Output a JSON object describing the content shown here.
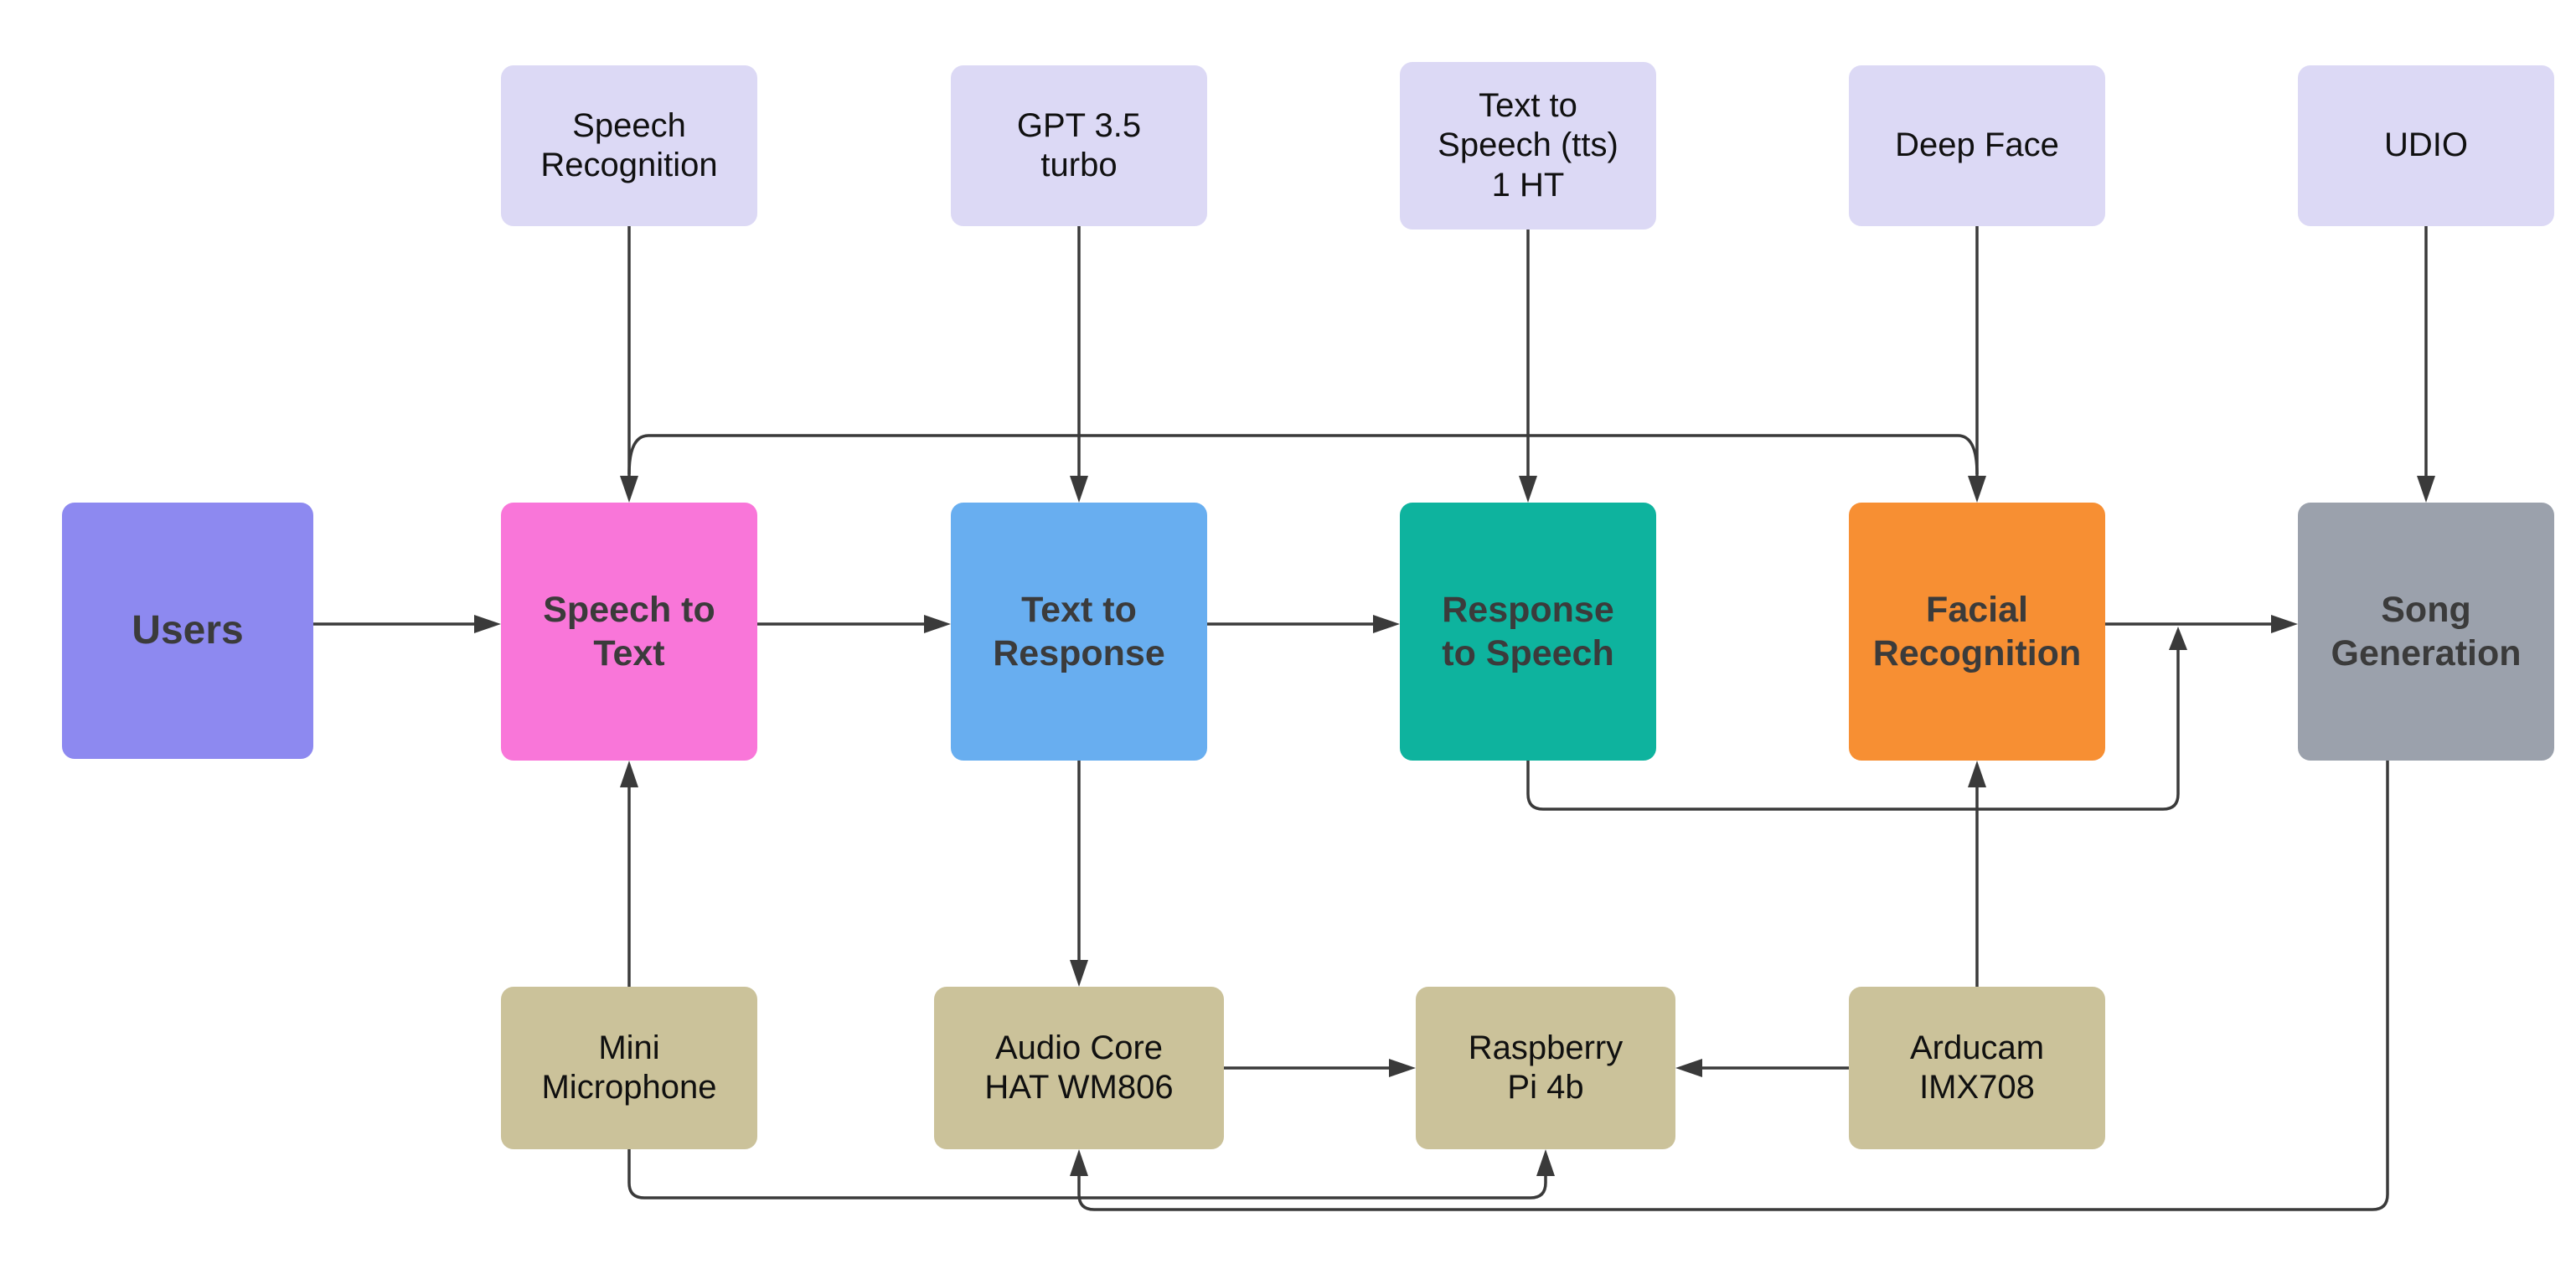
{
  "diagram": {
    "background": "#ffffff",
    "line_color": "#3a3a3a",
    "nodes": {
      "speech_recognition": {
        "label": "Speech\nRecognition",
        "fill": "#dcd9f5",
        "text_color": "#101010",
        "kind": "software"
      },
      "gpt_35_turbo": {
        "label": "GPT 3.5\nturbo",
        "fill": "#dcd9f5",
        "text_color": "#101010",
        "kind": "software"
      },
      "text_to_speech_tts": {
        "label": "Text to\nSpeech (tts)\n1 HT",
        "fill": "#dcd9f5",
        "text_color": "#101010",
        "kind": "software"
      },
      "deep_face": {
        "label": "Deep Face",
        "fill": "#dcd9f5",
        "text_color": "#101010",
        "kind": "software"
      },
      "udio": {
        "label": "UDIO",
        "fill": "#dcd9f5",
        "text_color": "#101010",
        "kind": "software"
      },
      "users": {
        "label": "Users",
        "fill": "#8d89f0",
        "text_color": "#3b3b3b",
        "kind": "actor"
      },
      "speech_to_text": {
        "label": "Speech to\nText",
        "fill": "#f976d9",
        "text_color": "#3b3b3b",
        "kind": "process"
      },
      "text_to_response": {
        "label": "Text to\nResponse",
        "fill": "#68aef0",
        "text_color": "#3b3b3b",
        "kind": "process"
      },
      "response_to_speech": {
        "label": "Response\nto Speech",
        "fill": "#0eb39e",
        "text_color": "#3b3b3b",
        "kind": "process"
      },
      "facial_recognition": {
        "label": "Facial\nRecognition",
        "fill": "#f78f33",
        "text_color": "#3b3b3b",
        "kind": "process"
      },
      "song_generation": {
        "label": "Song\nGeneration",
        "fill": "#9ba1ac",
        "text_color": "#3b3b3b",
        "kind": "process"
      },
      "mini_microphone": {
        "label": "Mini\nMicrophone",
        "fill": "#cbc29a",
        "text_color": "#101010",
        "kind": "hardware"
      },
      "audio_core_hat": {
        "label": "Audio Core\nHAT WM806",
        "fill": "#cbc29a",
        "text_color": "#101010",
        "kind": "hardware"
      },
      "raspberry_pi": {
        "label": "Raspberry\nPi 4b",
        "fill": "#cbc29a",
        "text_color": "#101010",
        "kind": "hardware"
      },
      "arducam": {
        "label": "Arducam\nIMX708",
        "fill": "#cbc29a",
        "text_color": "#101010",
        "kind": "hardware"
      }
    },
    "edges": [
      {
        "from": "Users",
        "to": "Speech to Text"
      },
      {
        "from": "Speech to Text",
        "to": "Text to Response"
      },
      {
        "from": "Text to Response",
        "to": "Response to Speech"
      },
      {
        "from": "Facial Recognition",
        "to": "Song Generation"
      },
      {
        "from": "Speech Recognition",
        "to": "Speech to Text"
      },
      {
        "from": "GPT 3.5 turbo",
        "to": "Text to Response"
      },
      {
        "from": "Text to Speech (tts) 1 HT",
        "to": "Response to Speech"
      },
      {
        "from": "Deep Face",
        "to": "Facial Recognition"
      },
      {
        "from": "UDIO",
        "to": "Song Generation"
      },
      {
        "name": "top-rail",
        "connects": [
          "Speech to Text (top)",
          "Facial Recognition (top)"
        ],
        "note": "horizontal rail feeding down arrows into both boxes"
      },
      {
        "from": "Mini Microphone",
        "to": "Speech to Text"
      },
      {
        "from": "Text to Response",
        "to": "Audio Core HAT WM806"
      },
      {
        "from": "Arducam IMX708",
        "to": "Facial Recognition"
      },
      {
        "from": "Audio Core HAT WM806",
        "to": "Raspberry Pi 4b"
      },
      {
        "from": "Arducam IMX708",
        "to": "Raspberry Pi 4b"
      },
      {
        "from": "Response to Speech",
        "to": "Song Generation",
        "note": "routed down-right, merges into Facial Recognition to Song Generation arrow"
      },
      {
        "from": "Mini Microphone",
        "to": "Raspberry Pi 4b",
        "note": "routed along bottom"
      },
      {
        "from": "Song Generation",
        "to": "Audio Core HAT WM806",
        "note": "routed along bottom"
      }
    ]
  }
}
